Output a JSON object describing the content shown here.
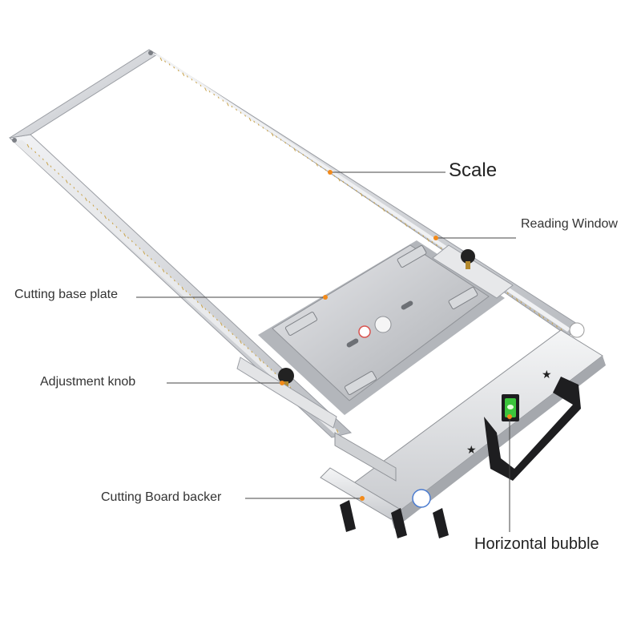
{
  "callouts": {
    "scale": "Scale",
    "reading_window": "Reading Window",
    "cutting_base_plate": "Cutting base plate",
    "adjustment_knob": "Adjustment knob",
    "cutting_board_backer": "Cutting Board backer",
    "horizontal_bubble": "Horizontal bubble"
  },
  "colors": {
    "leader_line": "#444444",
    "dot": "#f28a1a",
    "frame_metal": "#d9dadd",
    "frame_edge": "#9a9da3",
    "ruler_marks": "#c8a24a",
    "plate_metal": "#c4c6ca",
    "handle": "#1e1e20",
    "bubble_level": "#3cc43c",
    "knob": "#222222"
  }
}
